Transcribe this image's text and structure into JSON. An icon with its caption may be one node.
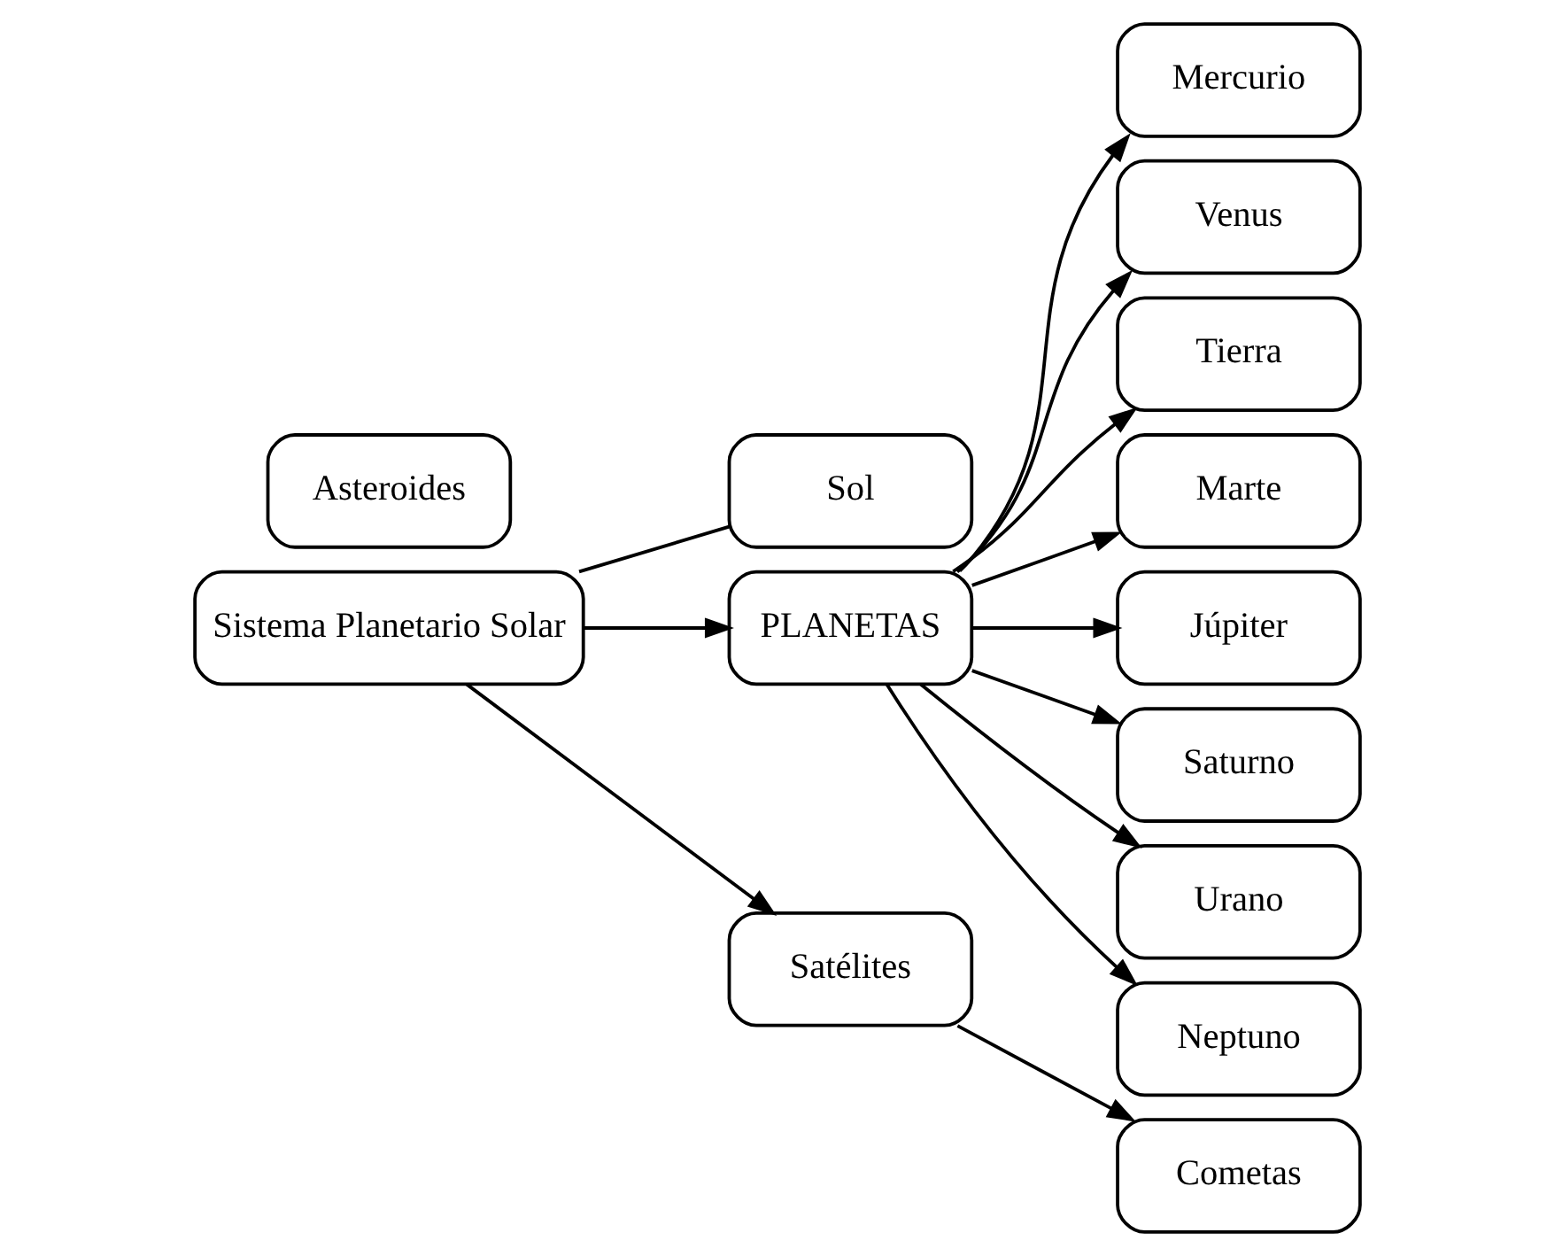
{
  "diagram": {
    "nodes": [
      {
        "text": [
          "Sistema Planetario Solar"
        ]
      },
      {
        "text": [
          "Sol"
        ]
      },
      {
        "text": [
          "PLANETAS"
        ]
      },
      {
        "text": [
          "Mercurio"
        ]
      },
      {
        "text": [
          "Venus"
        ]
      },
      {
        "text": [
          "Tierra"
        ]
      },
      {
        "text": [
          "Marte"
        ]
      },
      {
        "text": [
          "Júpiter"
        ]
      },
      {
        "text": [
          "Saturno"
        ]
      },
      {
        "text": [
          "Urano"
        ]
      },
      {
        "text": [
          "Neptuno"
        ]
      },
      {
        "text": [
          "Satélites"
        ]
      },
      {
        "text": [
          "Cometas"
        ]
      },
      {
        "text": [
          "Asteroides"
        ]
      }
    ],
    "edges": [
      {
        "from": 0,
        "to": 1,
        "arrow": "none"
      },
      {
        "from": 0,
        "to": 2,
        "arrow": "to"
      },
      {
        "from": 2,
        "to": 3,
        "arrow": "to"
      },
      {
        "from": 2,
        "to": 4,
        "arrow": "to"
      },
      {
        "from": 2,
        "to": 5,
        "arrow": "to"
      },
      {
        "from": 2,
        "to": 6,
        "arrow": "to"
      },
      {
        "from": 2,
        "to": 7,
        "arrow": "to"
      },
      {
        "from": 2,
        "to": 8,
        "arrow": "to"
      },
      {
        "from": 2,
        "to": 9,
        "arrow": "to"
      },
      {
        "from": 2,
        "to": 10,
        "arrow": "to"
      },
      {
        "from": 0,
        "to": 11,
        "arrow": "to"
      },
      {
        "from": 11,
        "to": 12,
        "arrow": "to"
      }
    ]
  }
}
